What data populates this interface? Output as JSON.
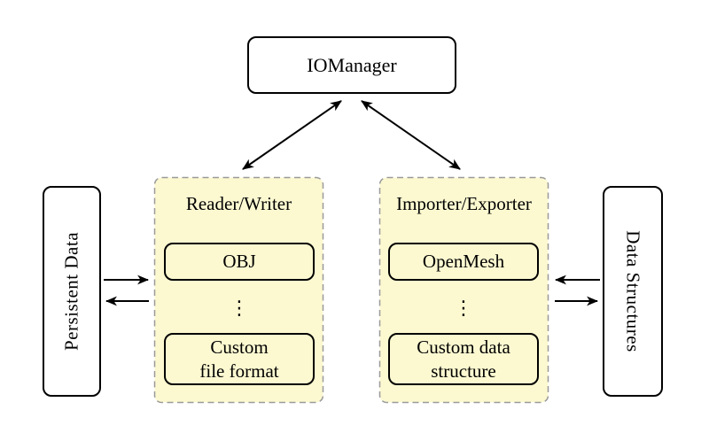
{
  "colors": {
    "container-fill": "#fcf9d1",
    "container-border": "#9a9a9a",
    "node-border": "#000000",
    "node-fill": "#ffffff",
    "arrow": "#000000",
    "background": "#ffffff"
  },
  "diagram": {
    "nodes": {
      "iomanager": {
        "label": "IOManager"
      },
      "persistent_data": {
        "label": "Persistent Data"
      },
      "data_structures": {
        "label": "Data Structures"
      },
      "reader_writer": {
        "title": "Reader/Writer",
        "items": {
          "first": "OBJ",
          "ellipsis": "⋮",
          "last": "Custom\nfile format"
        }
      },
      "importer_exporter": {
        "title": "Importer/Exporter",
        "items": {
          "first": "OpenMesh",
          "ellipsis": "⋮",
          "last": "Custom data\nstructure"
        }
      }
    },
    "edges": [
      {
        "from": "IOManager",
        "to": "Reader/Writer",
        "style": "bidirectional"
      },
      {
        "from": "IOManager",
        "to": "Importer/Exporter",
        "style": "bidirectional"
      },
      {
        "from": "Persistent Data",
        "to": "Reader/Writer",
        "style": "one-way"
      },
      {
        "from": "Reader/Writer",
        "to": "Persistent Data",
        "style": "one-way"
      },
      {
        "from": "Data Structures",
        "to": "Importer/Exporter",
        "style": "one-way"
      },
      {
        "from": "Importer/Exporter",
        "to": "Data Structures",
        "style": "one-way"
      }
    ]
  }
}
